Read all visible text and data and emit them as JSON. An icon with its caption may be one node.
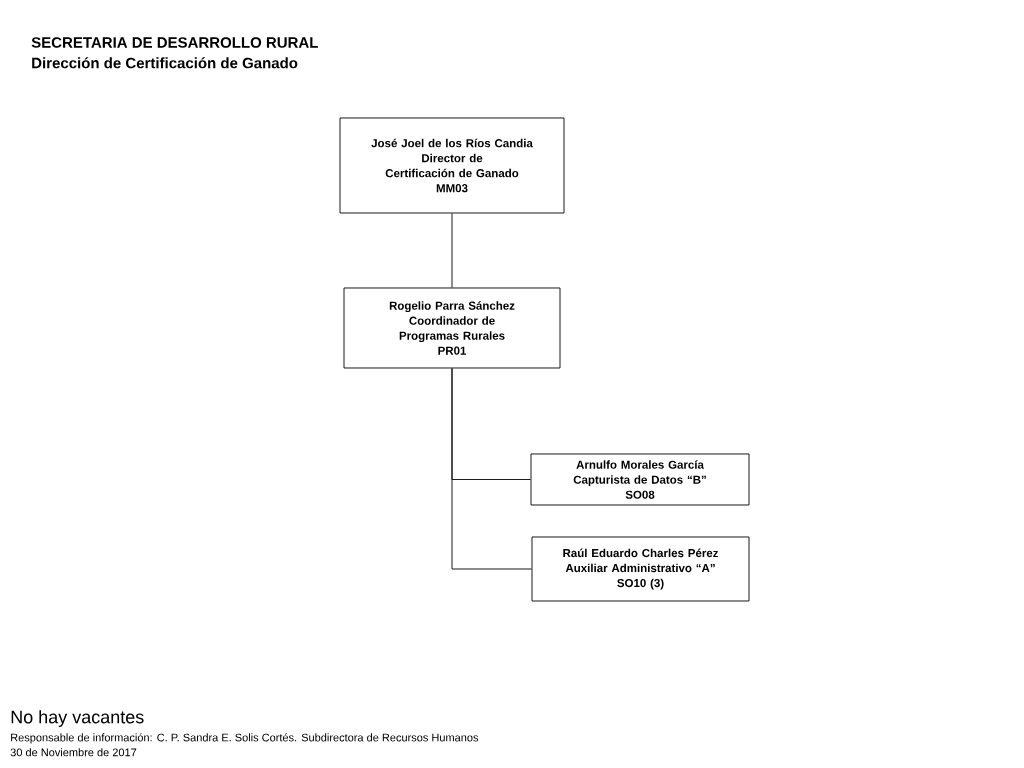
{
  "diagram": {
    "title": "SECRETARIA DE DESARROLLO RURAL",
    "nodes": [
      {
        "text": [
          "José Joel de los Ríos Candia",
          "Director de Certificación de Ganado",
          "MM03"
        ]
      },
      {
        "text": [
          "Rogelio Parra Sánchez",
          "Coordinador de Programas Rurales",
          "PR01"
        ]
      },
      {
        "text": [
          "Arnulfo Morales García",
          "Capturista de Datos “B”",
          "SO08"
        ]
      },
      {
        "text": [
          "Raúl Eduardo Charles Pérez",
          "Auxiliar  Administrativo “A”",
          "SO10 (3)"
        ]
      }
    ],
    "edges": [
      {
        "from": 0,
        "to": 1,
        "arrow": "none"
      },
      {
        "from": 1,
        "to": 2,
        "arrow": "none"
      },
      {
        "from": 1,
        "to": 3,
        "arrow": "none"
      }
    ],
    "labels": [
      "Dirección de Certificación de Ganado",
      "No  hay vacantes",
      "Responsable de información: C. P. Sandra E. Solis Cortés. Subdirectora de Recursos Humanos",
      "30 de Noviembre de 2017"
    ]
  }
}
